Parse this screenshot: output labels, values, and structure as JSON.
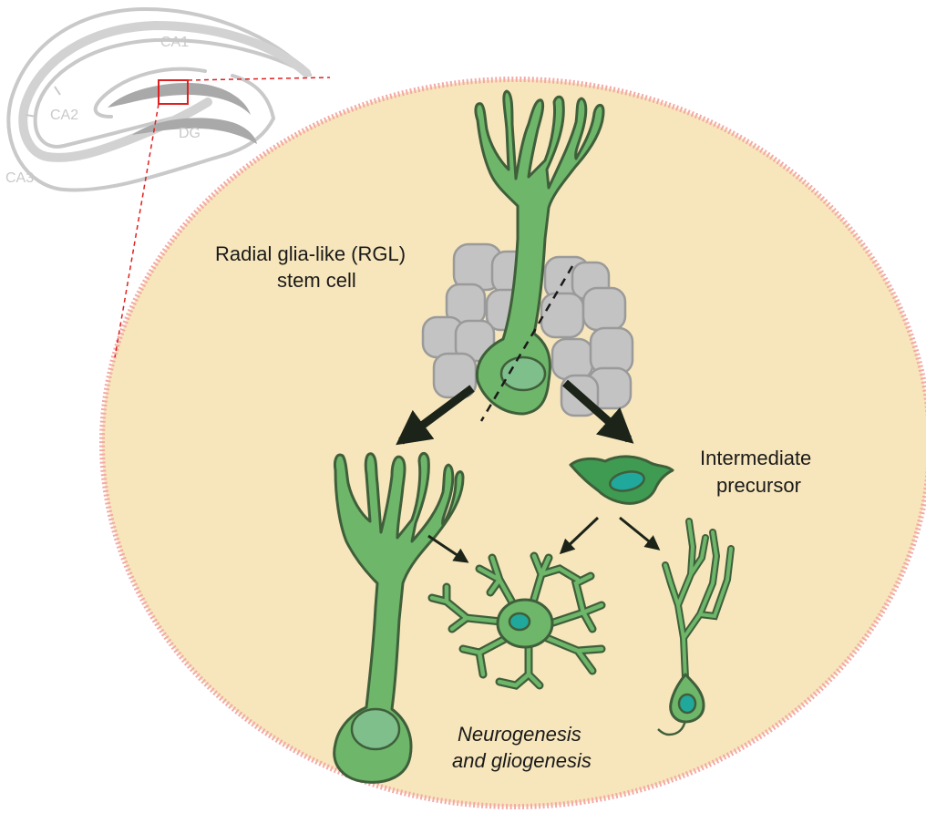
{
  "hippocampus": {
    "regions": [
      "CA1",
      "CA2",
      "CA3",
      "DG"
    ]
  },
  "labels": {
    "rgl_line1": "Radial glia-like (RGL)",
    "rgl_line2": "stem cell",
    "ip_line1": "Intermediate",
    "ip_line2": "precursor",
    "neuro_line1": "Neurogenesis",
    "neuro_line2": "and gliogenesis"
  },
  "colors": {
    "background_ellipse": "#f7e6bb",
    "ellipse_border": "#f4a9a6",
    "cell_green": "#6db66a",
    "cell_dark_green": "#3f9a52",
    "nucleus_green": "#7fbf8c",
    "nucleus_teal": "#21a89c",
    "granule_grey": "#c3c3c3",
    "zoom_line": "#e02020",
    "arrow": "#1c2419"
  }
}
